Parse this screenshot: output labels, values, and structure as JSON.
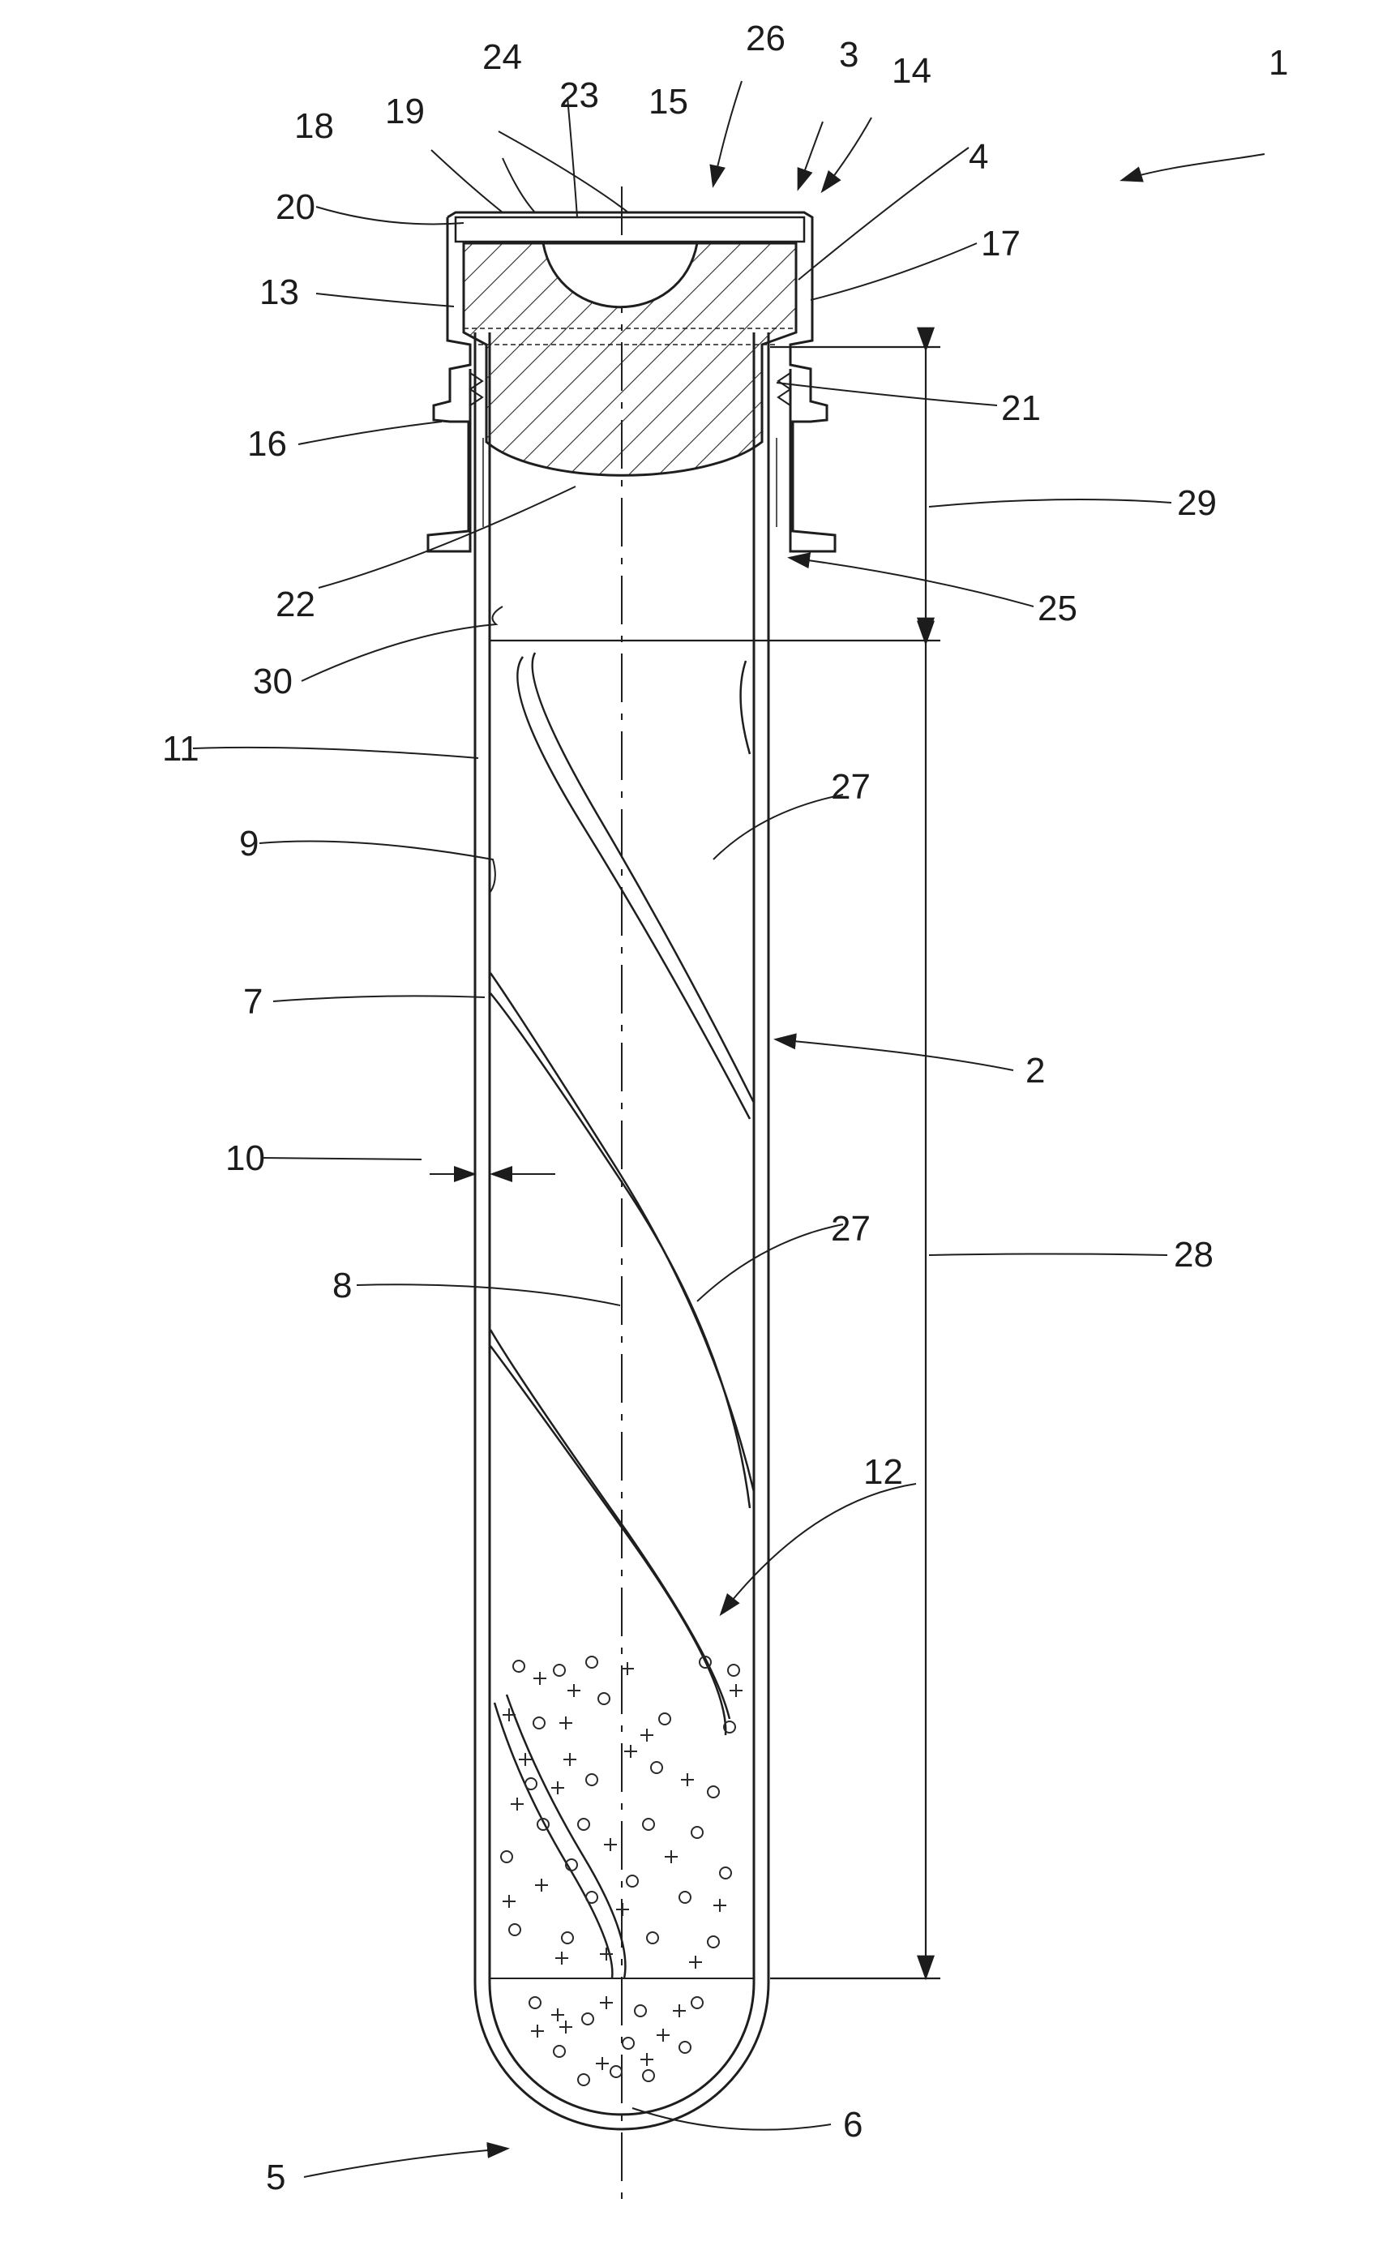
{
  "figure": {
    "reference_numerals": [
      "1",
      "2",
      "3",
      "4",
      "5",
      "6",
      "7",
      "8",
      "9",
      "10",
      "11",
      "12",
      "13",
      "14",
      "15",
      "16",
      "17",
      "18",
      "19",
      "20",
      "21",
      "22",
      "23",
      "24",
      "25",
      "26",
      "27",
      "27",
      "28",
      "29",
      "30"
    ]
  }
}
